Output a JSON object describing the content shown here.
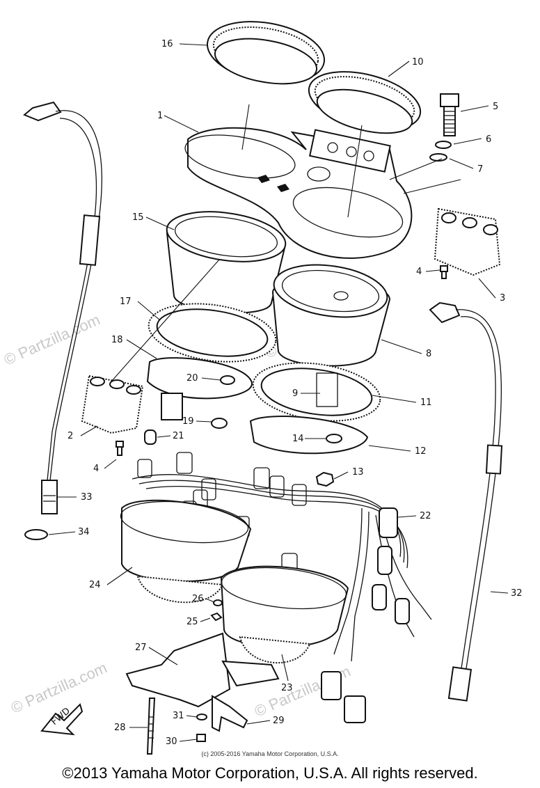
{
  "watermark": "© Partzilla.com",
  "fwd_label": "FWD",
  "small_copyright": "(c) 2005-2016 Yamaha Motor Corporation, U.S.A.",
  "copyright": "©2013 Yamaha Motor Corporation, U.S.A. All rights reserved.",
  "callouts": [
    "1",
    "2",
    "3",
    "4",
    "4",
    "5",
    "6",
    "7",
    "8",
    "9",
    "10",
    "11",
    "12",
    "13",
    "14",
    "15",
    "16",
    "17",
    "18",
    "19",
    "20",
    "21",
    "22",
    "23",
    "24",
    "25",
    "26",
    "27",
    "28",
    "29",
    "30",
    "31",
    "32",
    "33",
    "34"
  ]
}
